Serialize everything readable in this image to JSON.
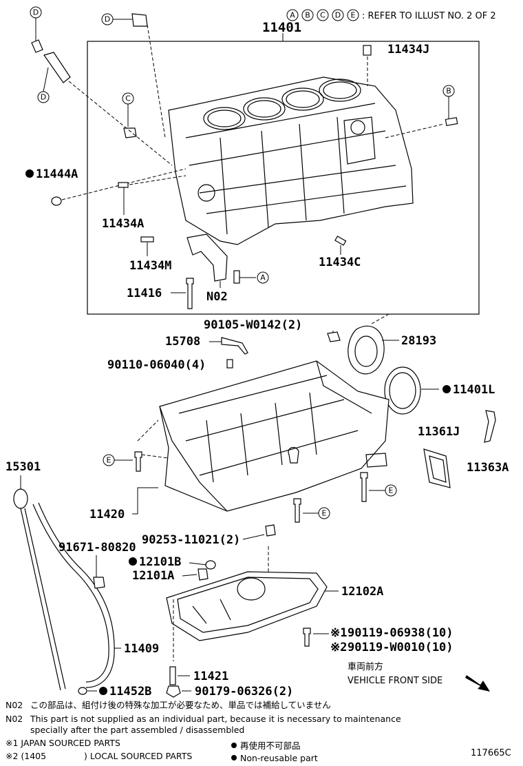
{
  "header": {
    "refer_letters": [
      "A",
      "B",
      "C",
      "D",
      "E"
    ],
    "refer_text": ": REFER TO ILLUST NO. 2 OF 2"
  },
  "box_title": "11401",
  "labels": {
    "p11434J": "11434J",
    "p11444A": "11444A",
    "p11434A": "11434A",
    "p11434M": "11434M",
    "p11434C": "11434C",
    "p11416": "11416",
    "pN02": "N02",
    "p90105": "90105-W0142(2)",
    "p15708": "15708",
    "p28193": "28193",
    "p90110": "90110-06040(4)",
    "p11401L": "11401L",
    "p11361J": "11361J",
    "p11363A": "11363A",
    "p15301": "15301",
    "p11420": "11420",
    "p90253": "90253-11021(2)",
    "p91671": "91671-80820",
    "p12101B": "12101B",
    "p12101A": "12101A",
    "p12102A": "12102A",
    "p90119a": "90119-06938(10)",
    "p90119b": "90119-W0010(10)",
    "p11409": "11409",
    "p11421": "11421",
    "p11452B": "11452B",
    "p90179": "90179-06326(2)"
  },
  "mark_1": "※1",
  "mark_2": "※2",
  "vehicle": {
    "jp": "車両前方",
    "en": "VEHICLE FRONT SIDE"
  },
  "notes": {
    "n1_code": "N02",
    "n1_text": "この部品は、組付け後の特殊な加工が必要なため、単品では補給していません",
    "n2_code": "N02",
    "n2_line1": "This part is not supplied as an individual part, because it is necessary to maintenance",
    "n2_line2": "specially after the part assembled / disassembled",
    "m1": "※1 JAPAN SOURCED PARTS",
    "m2a": "※2 (1405",
    "m2b": ") LOCAL SOURCED PARTS",
    "nonreuse_jp": "再使用不可部品",
    "nonreuse_en": "Non-reusable part"
  },
  "illust_no": "117665C",
  "icons": {
    "bullet": "non-reusable-dot-icon",
    "arrow": "front-direction-arrow-icon"
  }
}
